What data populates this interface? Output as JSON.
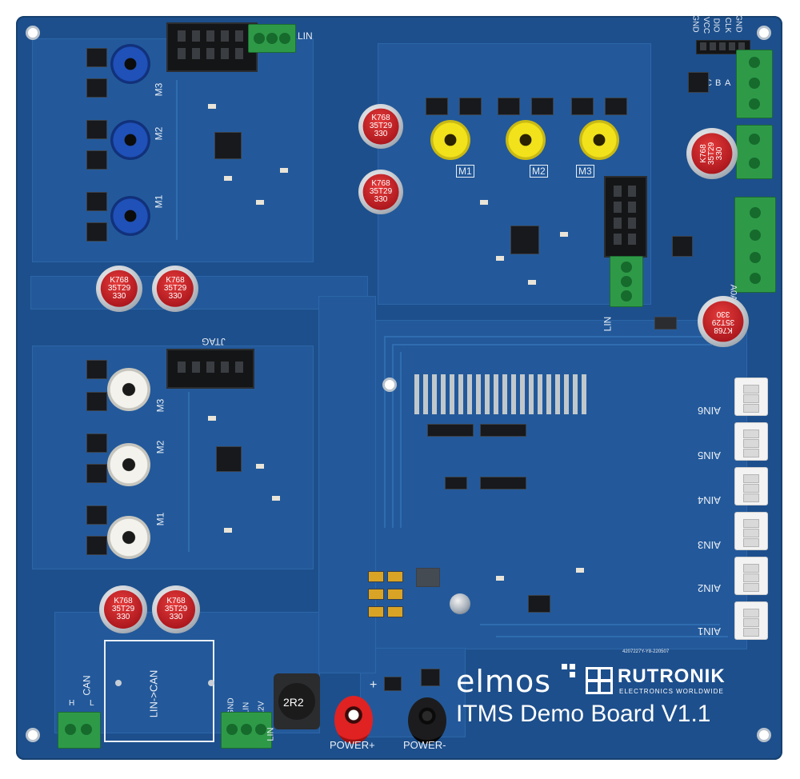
{
  "board": {
    "title": "ITMS Demo Board V1.1",
    "brand_left": "elmos",
    "brand_right_name": "RUTRONIK",
    "brand_right_tagline": "ELECTRONICS WORLDWIDE",
    "colors": {
      "pcb": "#1d4f8c",
      "pour": "#23599a",
      "silk": "#e9eef5",
      "gold": "#c9a24a"
    }
  },
  "labels": {
    "lin_top": "LIN",
    "jtag": "JTAG",
    "m1": "M1",
    "m2": "M2",
    "m3": "M3",
    "can": "CAN",
    "h": "H",
    "l": "L",
    "lin_can": "LIN->CAN",
    "gnd": "GND",
    "lin": "LIN",
    "v12": "12V",
    "pwr_plus": "POWER+",
    "pwr_minus": "POWER-",
    "plus": "+",
    "minus": "-",
    "inductor": "2R2",
    "ain": [
      "AIN6",
      "AIN5",
      "AIN4",
      "AIN3",
      "AIN2",
      "AIN1"
    ],
    "swd_pins": [
      "GND",
      "VCC",
      "DIO",
      "CLK",
      "GND"
    ],
    "abc": [
      "A",
      "B",
      "C"
    ],
    "a0a": "A0A",
    "lin_mid": "LIN",
    "cap_marking": [
      "K768",
      "35T29",
      "330"
    ],
    "date_code": "4207227Y-Y8-220507"
  }
}
